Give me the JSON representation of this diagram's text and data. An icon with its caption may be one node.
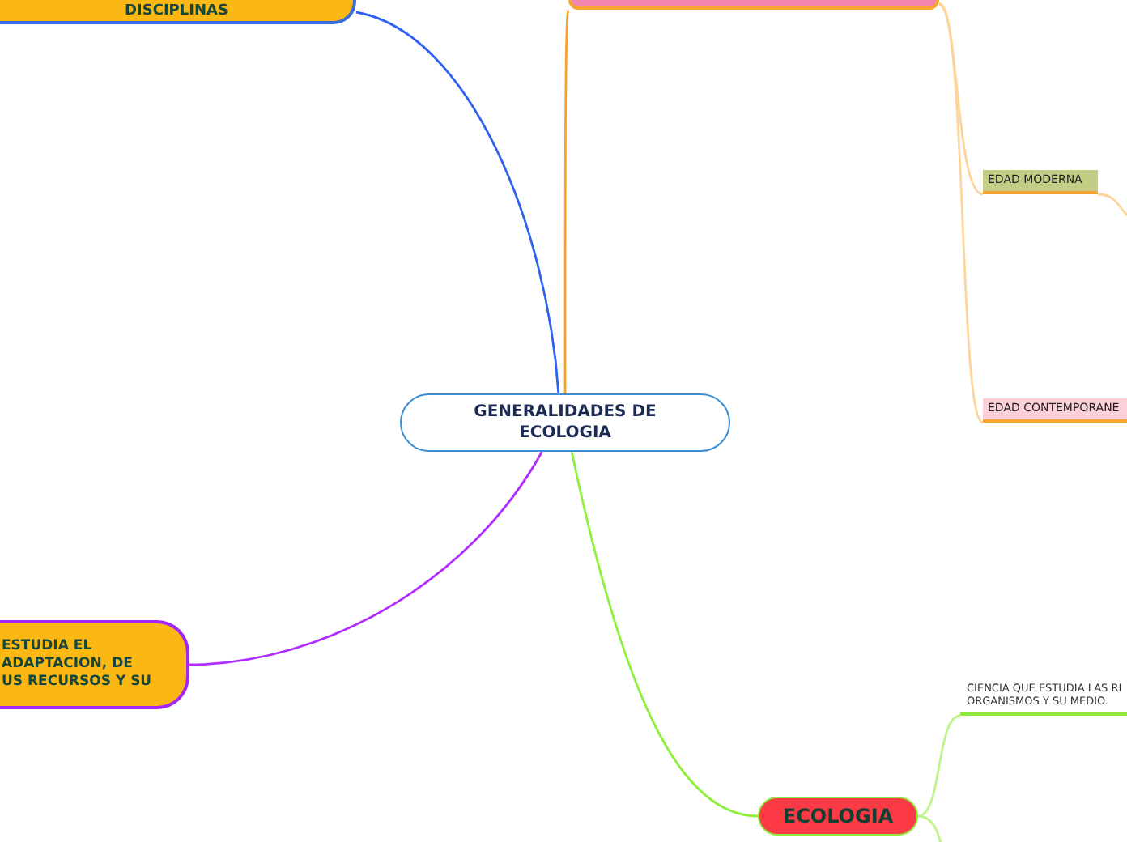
{
  "diagram": {
    "nodes": [
      {
        "text": [
          "DISCIPLINAS"
        ]
      },
      {
        "text": [],
        "shape": "box"
      },
      {
        "text": [
          "EDAD MODERNA"
        ]
      },
      {
        "text": [
          "EDAD CONTEMPORANE"
        ]
      },
      {
        "text": [
          "GENERALIDADES DE ECOLOGIA"
        ]
      },
      {
        "text": [
          "ESTUDIA EL ADAPTACION, DE US RECURSOS Y SU"
        ]
      },
      {
        "text": [
          "ECOLOGIA"
        ]
      },
      {
        "text": [
          "CIENCIA QUE ESTUDIA LAS RI ORGANISMOS Y SU MEDIO."
        ]
      }
    ],
    "edges": [
      {
        "from": 4,
        "to": 0,
        "arrow": "none",
        "color": "#2f62f0"
      },
      {
        "from": 4,
        "to": 1,
        "arrow": "none",
        "color": "#f7a32c"
      },
      {
        "from": 1,
        "to": 2,
        "arrow": "none",
        "color": "#fdd49c"
      },
      {
        "from": 1,
        "to": 3,
        "arrow": "none",
        "color": "#fdd49c"
      },
      {
        "from": 2,
        "to": null,
        "arrow": "none",
        "color": "#fdd49c"
      },
      {
        "from": 4,
        "to": 5,
        "arrow": "none",
        "color": "#b02cff"
      },
      {
        "from": 4,
        "to": 6,
        "arrow": "none",
        "color": "#8ff03c"
      },
      {
        "from": 6,
        "to": 7,
        "arrow": "none",
        "color": "#bdf58a"
      },
      {
        "from": 6,
        "to": null,
        "arrow": "none",
        "color": "#bdf58a"
      }
    ]
  }
}
